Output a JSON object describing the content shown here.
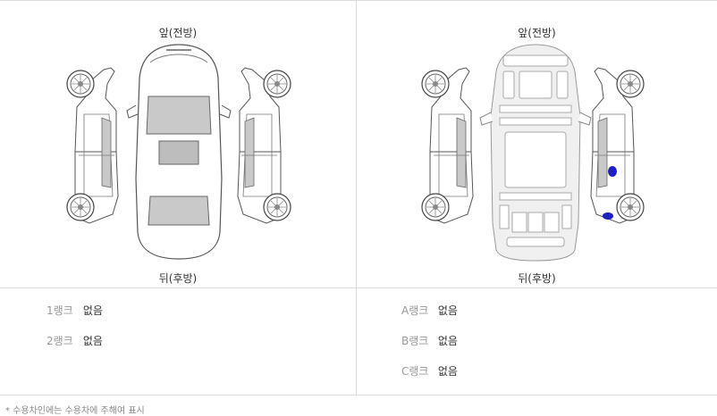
{
  "exterior": {
    "front_label": "앞(전방)",
    "rear_label": "뒤(후방)",
    "ranks": [
      {
        "name": "1랭크",
        "value": "없음"
      },
      {
        "name": "2랭크",
        "value": "없음"
      }
    ]
  },
  "frame": {
    "front_label": "앞(전방)",
    "rear_label": "뒤(후방)",
    "ranks": [
      {
        "name": "A랭크",
        "value": "없음"
      },
      {
        "name": "B랭크",
        "value": "없음"
      },
      {
        "name": "C랭크",
        "value": "없음"
      }
    ]
  },
  "damage_marker_color": "#1f1fc8",
  "footnote": "* 수용차인에는 수용차에 주해여 표시"
}
